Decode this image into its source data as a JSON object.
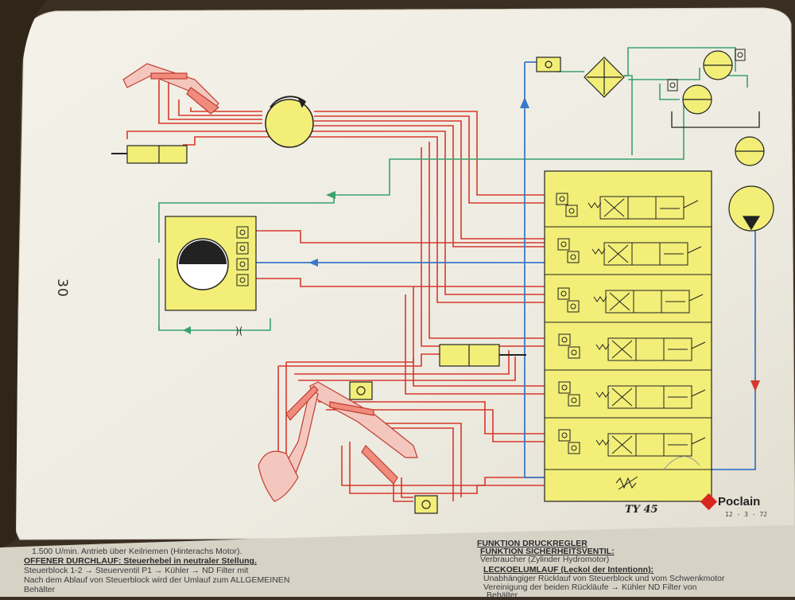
{
  "page_number": "30",
  "model_label": "TY 45",
  "brand": {
    "name": "Poclain",
    "date": "12 - 3 - 72"
  },
  "bottom_text": {
    "left": [
      "1.500 U/min. Antrieb über Keilriemen (Hinterachs Motor).",
      "OFFENER DURCHLAUF: Steuerhebel in neutraler Stellung.",
      "Steuerblock 1-2 → Steuerventil P1 → Kühler → ND Filter mit",
      "Nach dem Ablauf von Steuerblock wird der Umlauf zum ALLGEMEINEN",
      "Behälter"
    ],
    "right": [
      "FUNKTION DRUCKREGLER",
      "FUNKTION SICHERHEITSVENTIL:",
      "Verbraucher (Zylinder Hydromotor)",
      "LECKOELUMLAUF (Leckol der Intentionn):",
      "Unabhängiger Rücklauf von Steuerblock und vom Schwenkmotor",
      "Vereinigung der beiden Rückläufe → Kühler ND Filter von",
      "Behälter"
    ]
  },
  "colors": {
    "pressure": "#d8382c",
    "return": "#3aa26e",
    "suction": "#3b78c8",
    "component": "#f2ee78",
    "paper": "#f1efe6"
  }
}
